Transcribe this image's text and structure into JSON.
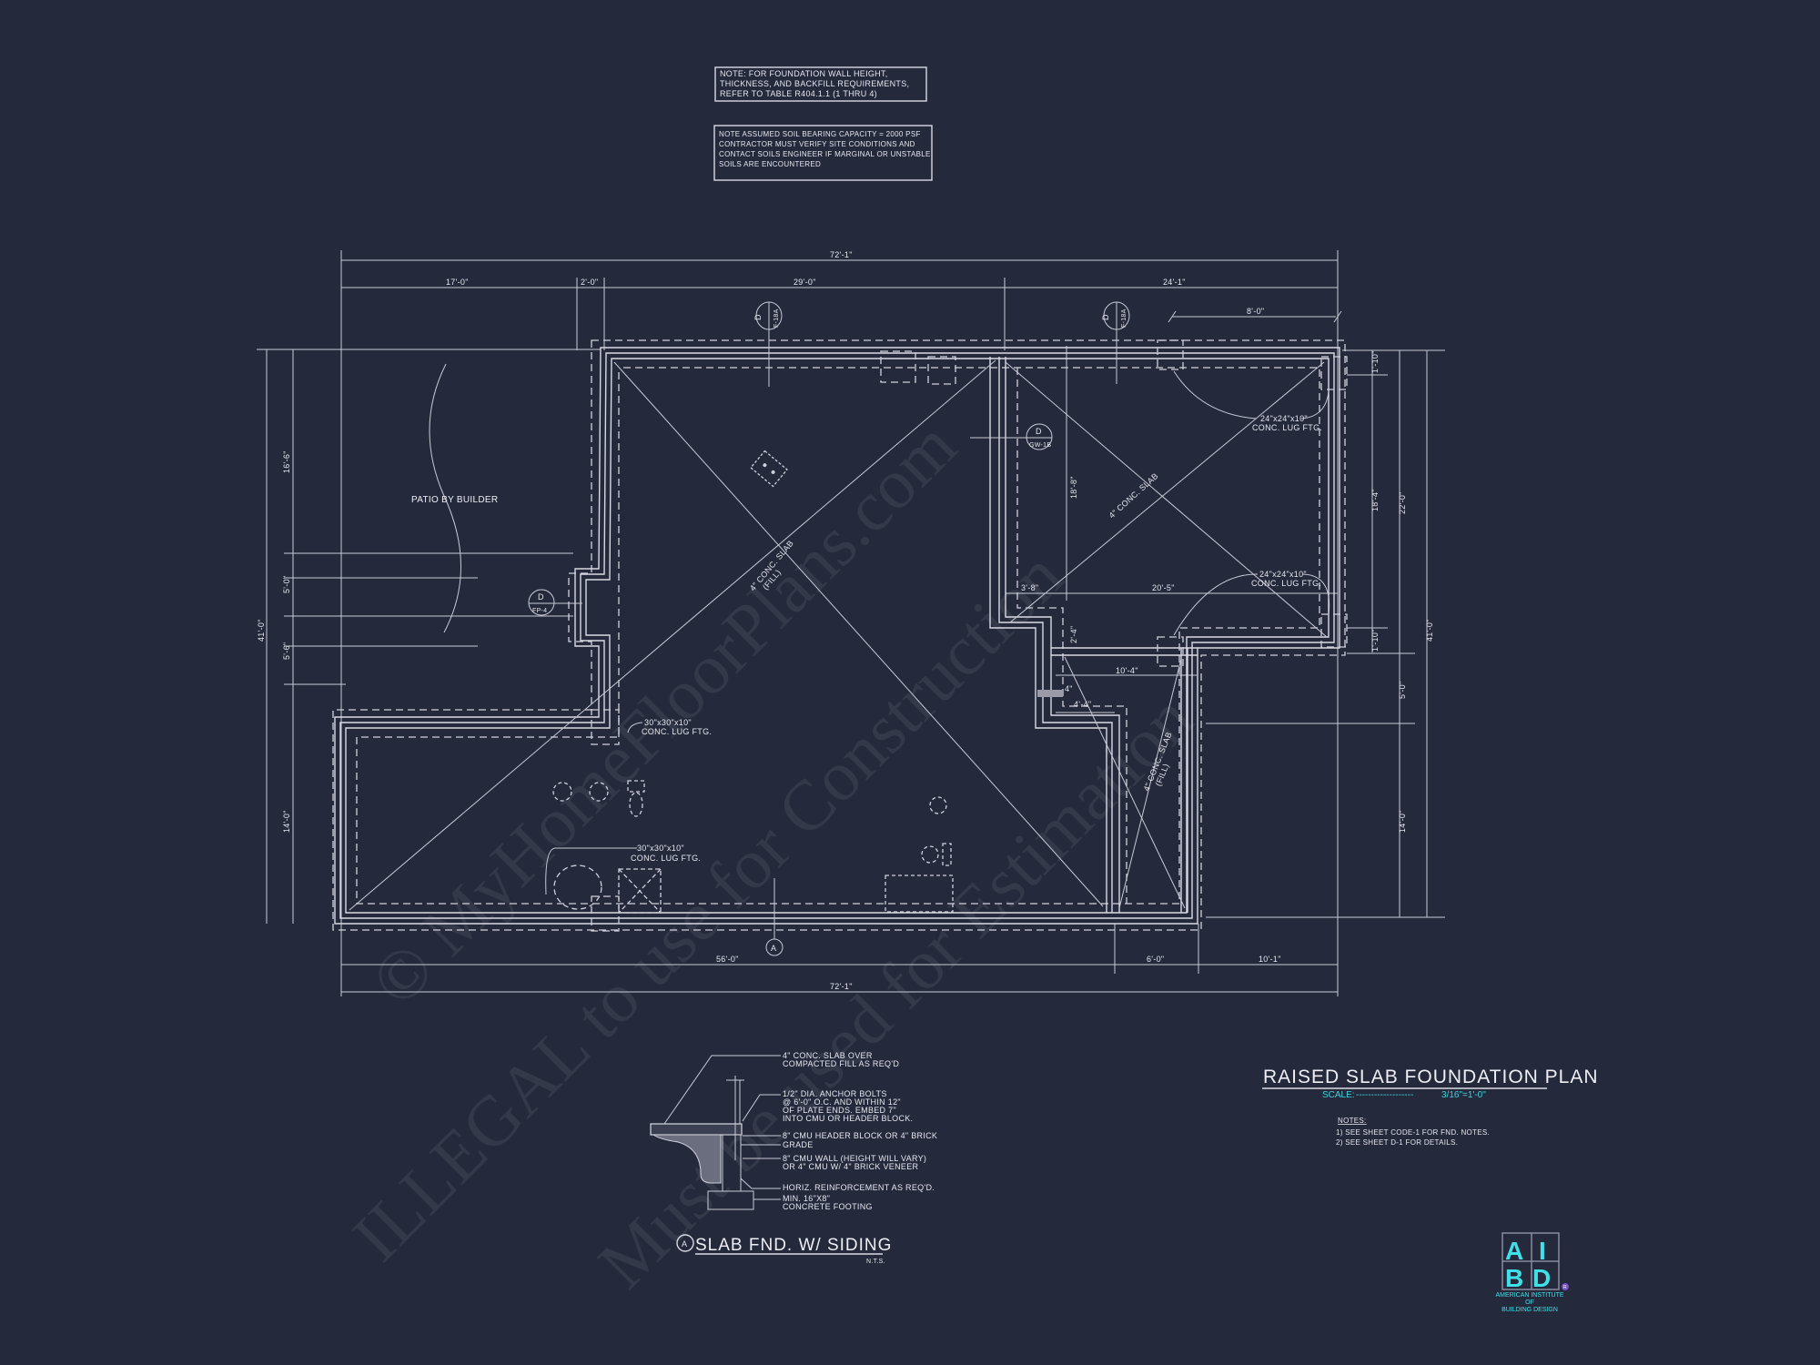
{
  "notes_top": {
    "note1": [
      "NOTE: FOR FOUNDATION WALL HEIGHT,",
      "THICKNESS, AND BACKFILL REQUIREMENTS,",
      "REFER TO TABLE R404.1.1 (1 THRU 4)"
    ],
    "note2": [
      "NOTE ASSUMED SOIL BEARING CAPACITY = 2000 PSF",
      "CONTRACTOR MUST VERIFY SITE CONDITIONS AND",
      "CONTACT SOILS ENGINEER IF MARGINAL OR UNSTABLE",
      "SOILS ARE ENCOUNTERED"
    ]
  },
  "dimensions": {
    "top_overall": "72'-1\"",
    "top_1": "17'-0\"",
    "top_2": "2'-0\"",
    "top_3": "29'-0\"",
    "top_4": "24'-1\"",
    "top_8": "8'-0\"",
    "left_overall": "41'-0\"",
    "left_1": "16'-6\"",
    "left_2": "5'-0\"",
    "left_3": "5'-6\"",
    "left_4": "14'-0\"",
    "right_1": "1'-10\"",
    "right_2": "18'-4\"",
    "right_3": "1'-10\"",
    "right_4": "22'-0\"",
    "right_5": "5'-0\"",
    "right_6": "14'-0\"",
    "right_overall": "41'-0\"",
    "bottom_1": "56'-0\"",
    "bottom_2": "6'-0\"",
    "bottom_3": "10'-1\"",
    "bottom_overall": "72'-1\"",
    "inner_18_8": "18'-8\"",
    "inner_3_8": "3'-8\"",
    "inner_20_5": "20'-5\"",
    "inner_2_4": "2'-4\"",
    "inner_10_4": "10'-4\"",
    "inner_4": "4\"",
    "inner_4_4": "4'-4\""
  },
  "plan_labels": {
    "patio": "PATIO BY BUILDER",
    "slab_main": [
      "4\" CONC. SLAB",
      "(FILL)"
    ],
    "slab_right": "4\" CONC. SLAB",
    "slab_garage": [
      "4\" CONC. SLAB",
      "(FILL)"
    ],
    "lug_24_a": [
      "24\"x24\"x10\"",
      "CONC. LUG FTG."
    ],
    "lug_24_b": [
      "24\"x24\"x10\"",
      "CONC. LUG FTG."
    ],
    "lug_30_a": [
      "30\"x30\"x10\"",
      "CONC. LUG FTG."
    ],
    "lug_30_b": [
      "30\"x30\"x10\"",
      "CONC. LUG FTG."
    ]
  },
  "section_tags": {
    "f18a_1": {
      "top": "D",
      "bottom": "F-18A"
    },
    "f18a_2": {
      "top": "D",
      "bottom": "F-18A"
    },
    "gw1b": {
      "top": "D",
      "bottom": "GW-1B"
    },
    "fp4": {
      "top": "D",
      "bottom": "FP-4"
    },
    "section_a": "A"
  },
  "detail": {
    "callouts": [
      [
        "4\" CONC. SLAB OVER",
        "COMPACTED FILL AS REQ'D"
      ],
      [
        "1/2\" DIA. ANCHOR BOLTS",
        "@ 6'-0\" O.C. AND WITHIN 12\"",
        "OF PLATE ENDS. EMBED 7\"",
        "INTO CMU OR HEADER BLOCK."
      ],
      [
        "8\" CMU HEADER BLOCK OR 4\" BRICK"
      ],
      [
        "GRADE"
      ],
      [
        "8\" CMU WALL (HEIGHT WILL VARY)",
        "OR 4\" CMU W/ 4\" BRICK VENEER"
      ],
      [
        "HORIZ. REINFORCEMENT AS REQ'D."
      ],
      [
        "MIN. 16\"X8\"",
        "CONCRETE FOOTING"
      ]
    ],
    "tag": "A",
    "title": "SLAB FND. W/ SIDING",
    "scale": "N.T.S."
  },
  "plan_title": {
    "title": "RAISED SLAB FOUNDATION PLAN",
    "scale_label": "SCALE:",
    "scale_leader": "-------------------",
    "scale_value": "3/16\"=1'-0\"",
    "notes_heading": "NOTES:",
    "notes": [
      "1)  SEE SHEET CODE-1 FOR FND. NOTES.",
      "2)  SEE SHEET D-1 FOR DETAILS."
    ]
  },
  "logo": {
    "letters": [
      "A",
      "I",
      "B",
      "D"
    ],
    "lines": [
      "AMERICAN INSTITUTE",
      "OF",
      "BUILDING DESIGN"
    ],
    "registered": "R",
    "color": "#3fe0e8"
  },
  "watermark": [
    "© MyHomeFloorPlans.com",
    "ILLEGAL to use for Construction",
    "Must be used for Estimation"
  ],
  "colors": {
    "background": "#242a3c",
    "linework": "#d9d9e3",
    "accent": "#3fd3dc"
  }
}
